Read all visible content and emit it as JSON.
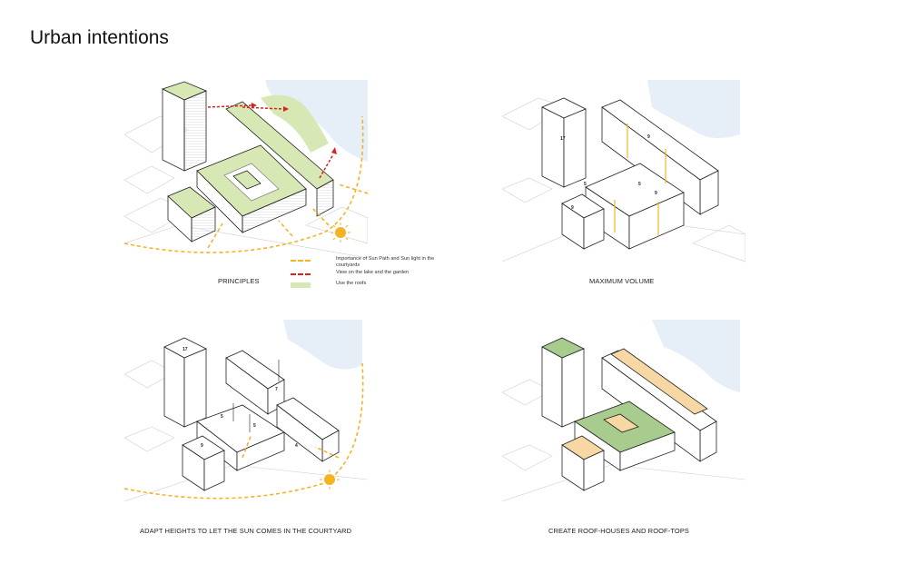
{
  "title": "Urban intentions",
  "panels": {
    "principles": {
      "caption": "PRINCIPLES"
    },
    "maximum_volume": {
      "caption": "MAXIMUM VOLUME"
    },
    "adapt_heights": {
      "caption": "ADAPT HEIGHTS TO LET THE SUN COMES IN THE COURTYARD"
    },
    "roof_houses": {
      "caption": "CREATE ROOF-HOUSES AND     ROOF-TOPS"
    }
  },
  "legend": {
    "items": [
      {
        "label": "Importance of Sun Path and Sun light in the courtyards",
        "style": "orange-dashed"
      },
      {
        "label": "View on the lake and the garden",
        "style": "red-dashed"
      },
      {
        "label": "Use the roofs",
        "style": "green-fill"
      }
    ]
  },
  "floor_labels": {
    "max": [
      "17",
      "9",
      "5",
      "5",
      "9",
      "9"
    ],
    "adapt": [
      "17",
      "7",
      "5",
      "5",
      "4",
      "9"
    ]
  },
  "colors": {
    "roof_green": "#d7e8b4",
    "roof_green_dark": "#a7cc8e",
    "roof_house": "#f7d7a3",
    "sun_orange": "#f5b324",
    "view_red": "#d9231c",
    "water": "#e6eef7"
  }
}
